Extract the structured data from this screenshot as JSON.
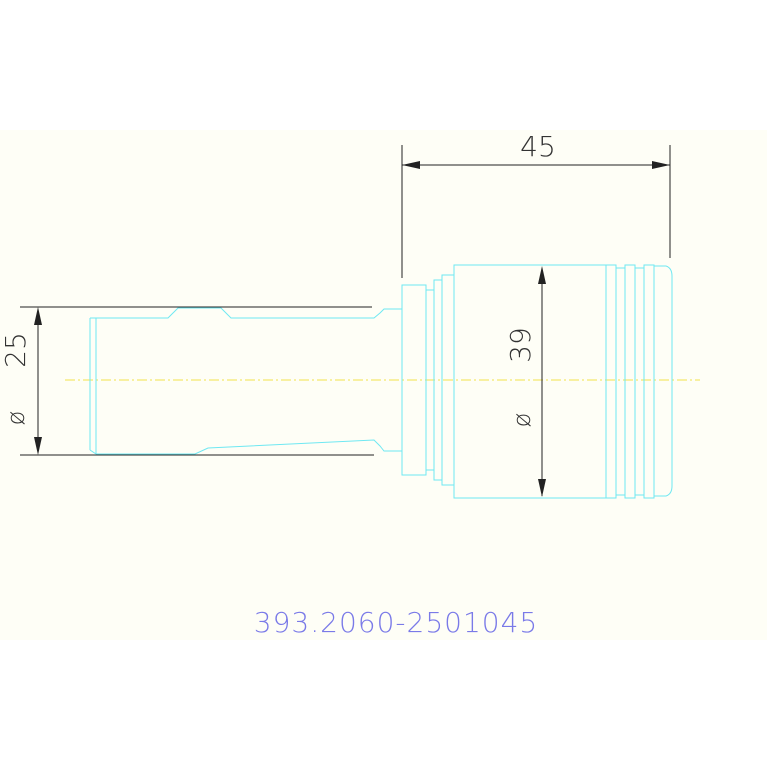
{
  "drawing": {
    "dimension_length": "45",
    "diameter_large_symbol": "ø",
    "diameter_large_value": "39",
    "diameter_small_symbol": "ø",
    "diameter_small_value": "25",
    "part_number": "393.2060-2501045"
  },
  "colors": {
    "background": "#FFFFFF",
    "panel": "#FEFEF6",
    "part_outline": "#6FE8F2",
    "dimension_line": "#222222",
    "centerline": "#F2E24A",
    "part_number_text": "#7A7AE8"
  }
}
